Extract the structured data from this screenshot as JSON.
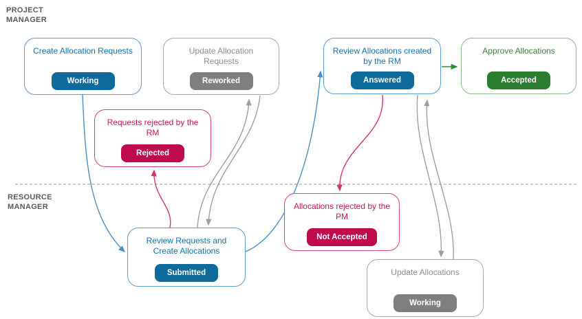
{
  "lanes": {
    "project_manager": "PROJECT\nMANAGER",
    "resource_manager": "RESOURCE\nMANAGER"
  },
  "nodes": [
    {
      "id": "create-allocation-requests",
      "title": "Create Allocation Requests",
      "status": "Working",
      "color": "blue",
      "lane": "project-manager"
    },
    {
      "id": "update-allocation-requests",
      "title": "Update Allocation Requests",
      "status": "Reworked",
      "color": "gray",
      "lane": "project-manager"
    },
    {
      "id": "review-allocations-created-by-the-rm",
      "title": "Review Allocations created by the RM",
      "status": "Answered",
      "color": "blue",
      "lane": "project-manager"
    },
    {
      "id": "approve-allocations",
      "title": "Approve Allocations",
      "status": "Accepted",
      "color": "green",
      "lane": "project-manager"
    },
    {
      "id": "requests-rejected-by-the-rm",
      "title": "Requests rejected by the RM",
      "status": "Rejected",
      "color": "pink",
      "lane": "project-manager"
    },
    {
      "id": "allocations-rejected-by-the-pm",
      "title": "Allocations rejected by the PM",
      "status": "Not Accepted",
      "color": "pink",
      "lane": "resource-manager"
    },
    {
      "id": "review-requests-and-create-allocations",
      "title": "Review Requests and Create Allocations",
      "status": "Submitted",
      "color": "blue",
      "lane": "resource-manager"
    },
    {
      "id": "update-allocations",
      "title": "Update Allocations",
      "status": "Working",
      "color": "gray",
      "lane": "resource-manager"
    }
  ],
  "edges": [
    {
      "from": "create-allocation-requests",
      "to": "review-requests-and-create-allocations",
      "color": "blue"
    },
    {
      "from": "review-requests-and-create-allocations",
      "to": "requests-rejected-by-the-rm",
      "color": "pink"
    },
    {
      "from": "update-allocation-requests",
      "to": "review-requests-and-create-allocations",
      "color": "gray"
    },
    {
      "from": "review-requests-and-create-allocations",
      "to": "update-allocation-requests",
      "color": "gray"
    },
    {
      "from": "review-requests-and-create-allocations",
      "to": "review-allocations-created-by-the-rm",
      "color": "blue"
    },
    {
      "from": "review-allocations-created-by-the-rm",
      "to": "approve-allocations",
      "color": "green"
    },
    {
      "from": "review-allocations-created-by-the-rm",
      "to": "allocations-rejected-by-the-pm",
      "color": "pink"
    },
    {
      "from": "review-allocations-created-by-the-rm",
      "to": "update-allocations",
      "color": "gray"
    },
    {
      "from": "update-allocations",
      "to": "review-allocations-created-by-the-rm",
      "color": "gray"
    }
  ],
  "colors": {
    "blue_border": "#5b9bd5",
    "blue_text": "#1272ab",
    "blue_badge": "#0e6b9b",
    "gray_border": "#a8a8a8",
    "gray_text": "#8c8c8c",
    "gray_badge": "#7f7f7f",
    "green_border": "#8aba8a",
    "green_text": "#3c7d3c",
    "green_badge": "#2b7e2f",
    "pink_border": "#d5437a",
    "pink_text": "#cc1459",
    "pink_badge": "#c00a50",
    "arrow_blue": "#4b8fc6",
    "arrow_gray": "#9e9e9e",
    "arrow_pink": "#d5326f",
    "arrow_green": "#2e8b2e",
    "lane_label": "#595959",
    "divider": "#a6a6a6"
  }
}
